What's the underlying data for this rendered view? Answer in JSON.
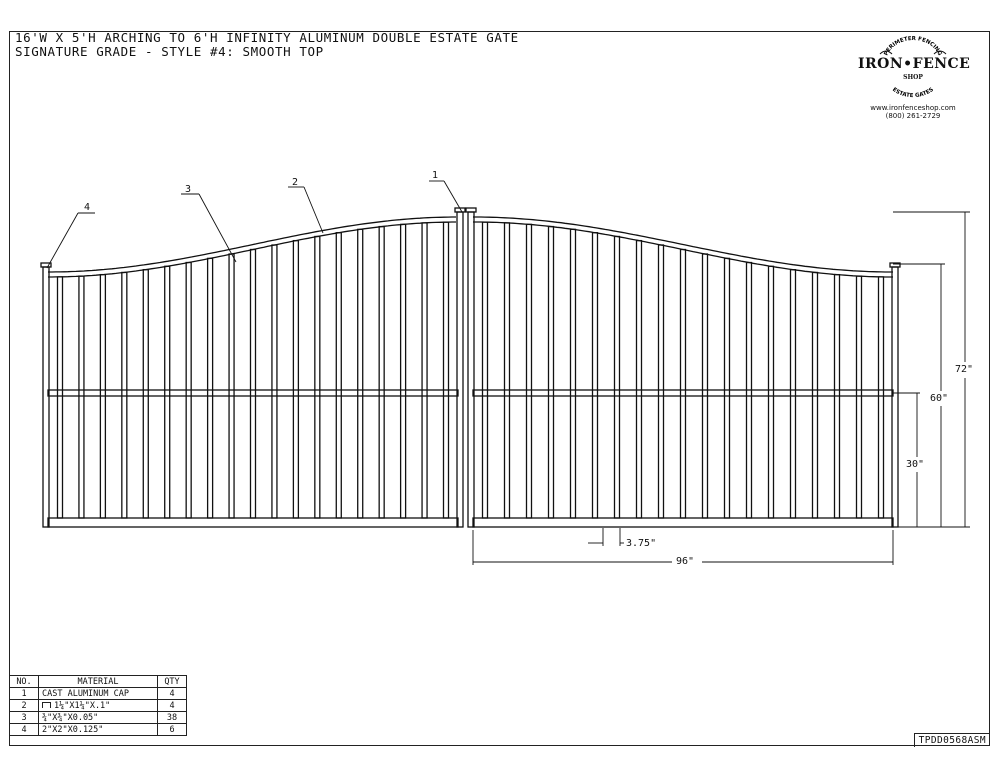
{
  "title": {
    "line1": "16'W X 5'H ARCHING TO 6'H INFINITY ALUMINUM DOUBLE ESTATE GATE",
    "line2": "SIGNATURE GRADE - STYLE #4: SMOOTH TOP"
  },
  "logo": {
    "arc_top": "PERIMETER FENCING",
    "brand": "IRON•FENCE",
    "shop": "SHOP",
    "arc_bottom": "ESTATE GATES",
    "website": "www.ironfenceshop.com",
    "phone": "(800) 261-2729"
  },
  "callouts": [
    "1",
    "2",
    "3",
    "4"
  ],
  "dimensions": {
    "picket_spacing": "3.75\"",
    "width": "96\"",
    "height_max": "72\"",
    "height_post": "60\"",
    "height_rail": "30\""
  },
  "bom": {
    "headers": {
      "no": "NO.",
      "material": "MATERIAL",
      "qty": "QTY"
    },
    "rows": [
      {
        "no": "1",
        "material": "CAST ALUMINUM CAP",
        "qty": "4"
      },
      {
        "no": "2",
        "material": "1¼\"X1¼\"X.1\"",
        "qty": "4"
      },
      {
        "no": "3",
        "material": "¾\"X¾\"X0.05\"",
        "qty": "38"
      },
      {
        "no": "4",
        "material": "2\"X2\"X0.125\"",
        "qty": "6"
      }
    ]
  },
  "drawing_number": "TPDD0568ASM"
}
